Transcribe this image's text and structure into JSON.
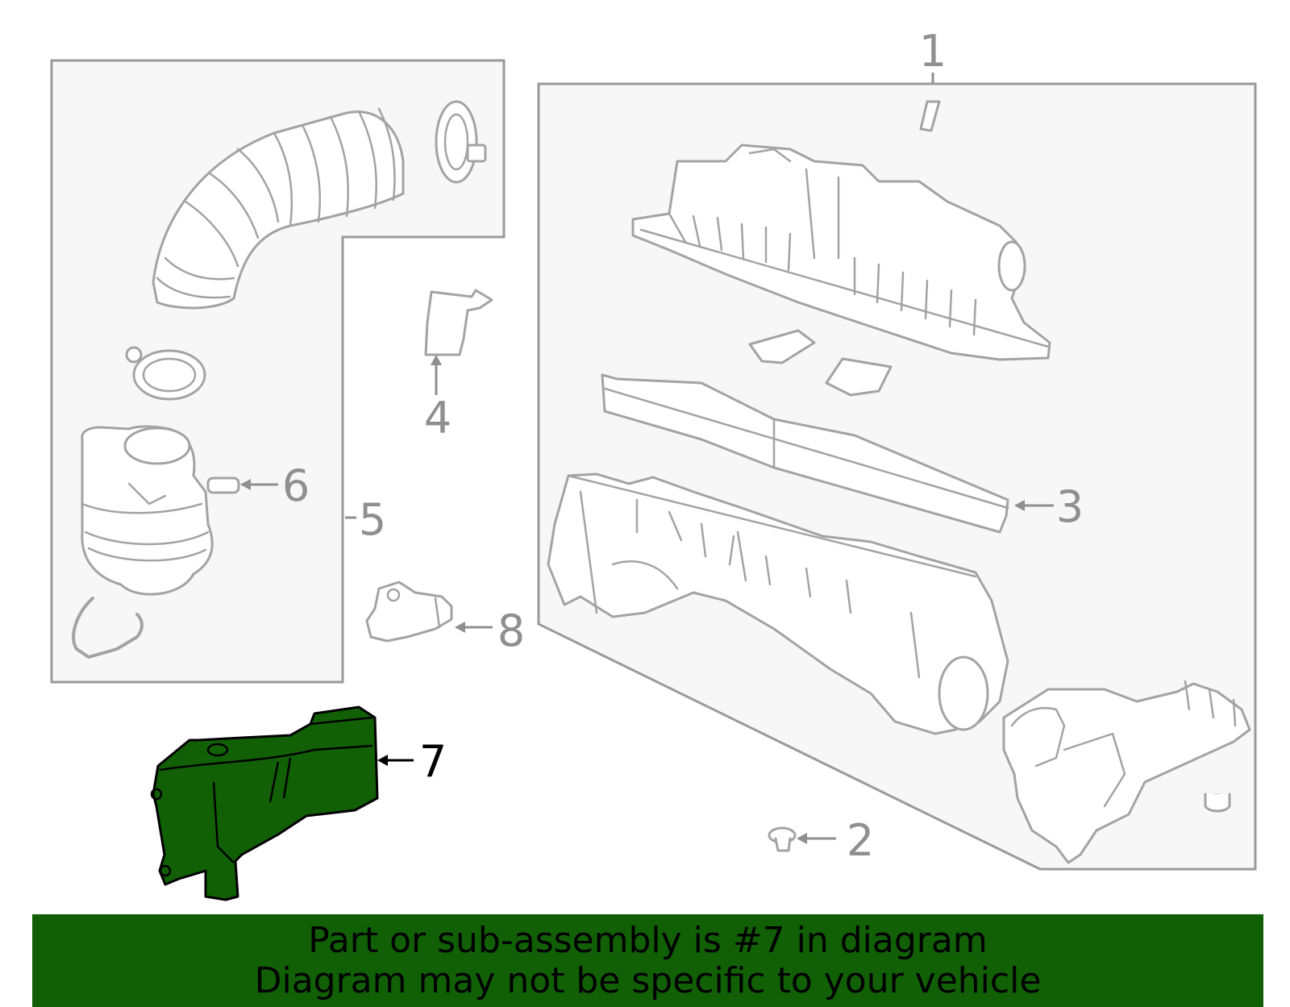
{
  "callouts": {
    "c1": "1",
    "c2": "2",
    "c3": "3",
    "c4": "4",
    "c5": "5",
    "c6": "6",
    "c7": "7",
    "c8": "8"
  },
  "highlighted_part": "7",
  "colors": {
    "highlight": "#116006",
    "outline": "#a3a3a3",
    "panel": "#f7f7f7",
    "banner": "#116006"
  },
  "banner": {
    "line1": "Part or sub-assembly is #7 in diagram",
    "line2": "Diagram may not be specific to your vehicle"
  }
}
